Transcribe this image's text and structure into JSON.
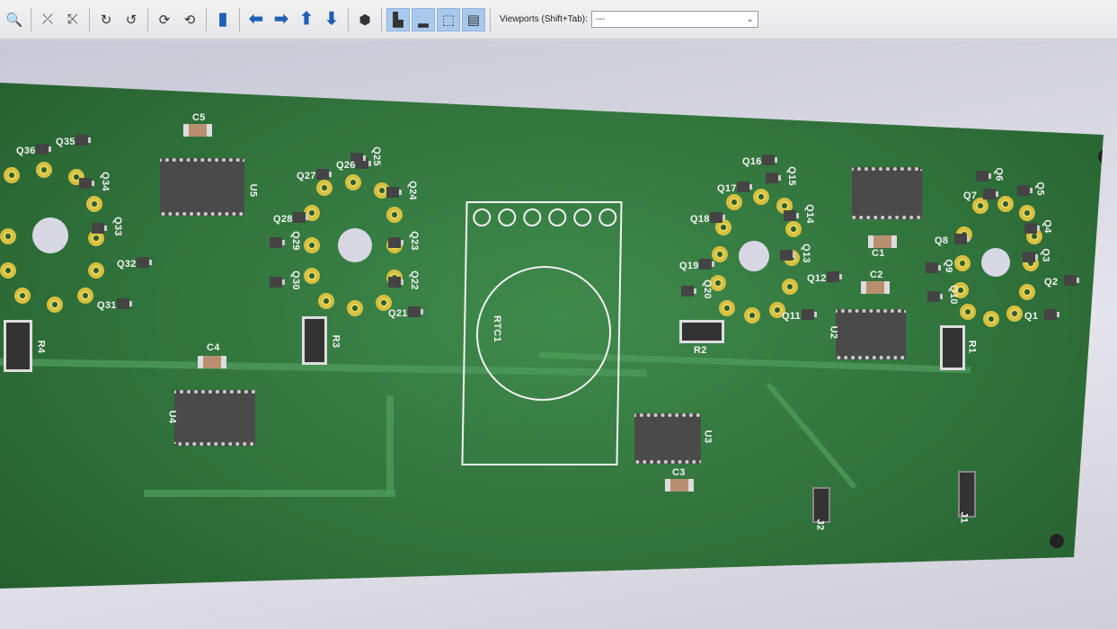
{
  "toolbar": {
    "buttons": [
      "zoom-icon",
      "flip-x-icon",
      "flip-xg-icon",
      "rotate-y-icon",
      "rotate-y-ccw-icon",
      "rotate-z-icon",
      "rotate-z-ccw-icon",
      "board-icon",
      "arrow-left-icon",
      "arrow-right-icon",
      "arrow-up-icon",
      "arrow-down-icon",
      "3d-cube-icon",
      "view-top-icon",
      "view-bottom-icon",
      "view-frame-icon",
      "view-pos-icon"
    ],
    "viewports_label": "Viewports (Shift+Tab):",
    "viewports_value": "---"
  },
  "pcb": {
    "labels": [
      "C5",
      "Q36",
      "Q35",
      "Q34",
      "Q33",
      "Q32",
      "Q31",
      "R4",
      "C4",
      "U4",
      "U5",
      "Q27",
      "Q26",
      "Q25",
      "Q24",
      "Q23",
      "Q22",
      "Q21",
      "Q28",
      "Q29",
      "Q30",
      "R3",
      "RTC1",
      "R2",
      "U3",
      "C3",
      "Q17",
      "Q16",
      "Q15",
      "Q14",
      "Q13",
      "Q12",
      "Q11",
      "Q18",
      "Q19",
      "Q20",
      "U2",
      "C1",
      "C2",
      "Q7",
      "Q6",
      "Q5",
      "Q4",
      "Q3",
      "Q2",
      "Q1",
      "Q8",
      "Q9",
      "Q10",
      "R1",
      "J1",
      "J2"
    ]
  }
}
